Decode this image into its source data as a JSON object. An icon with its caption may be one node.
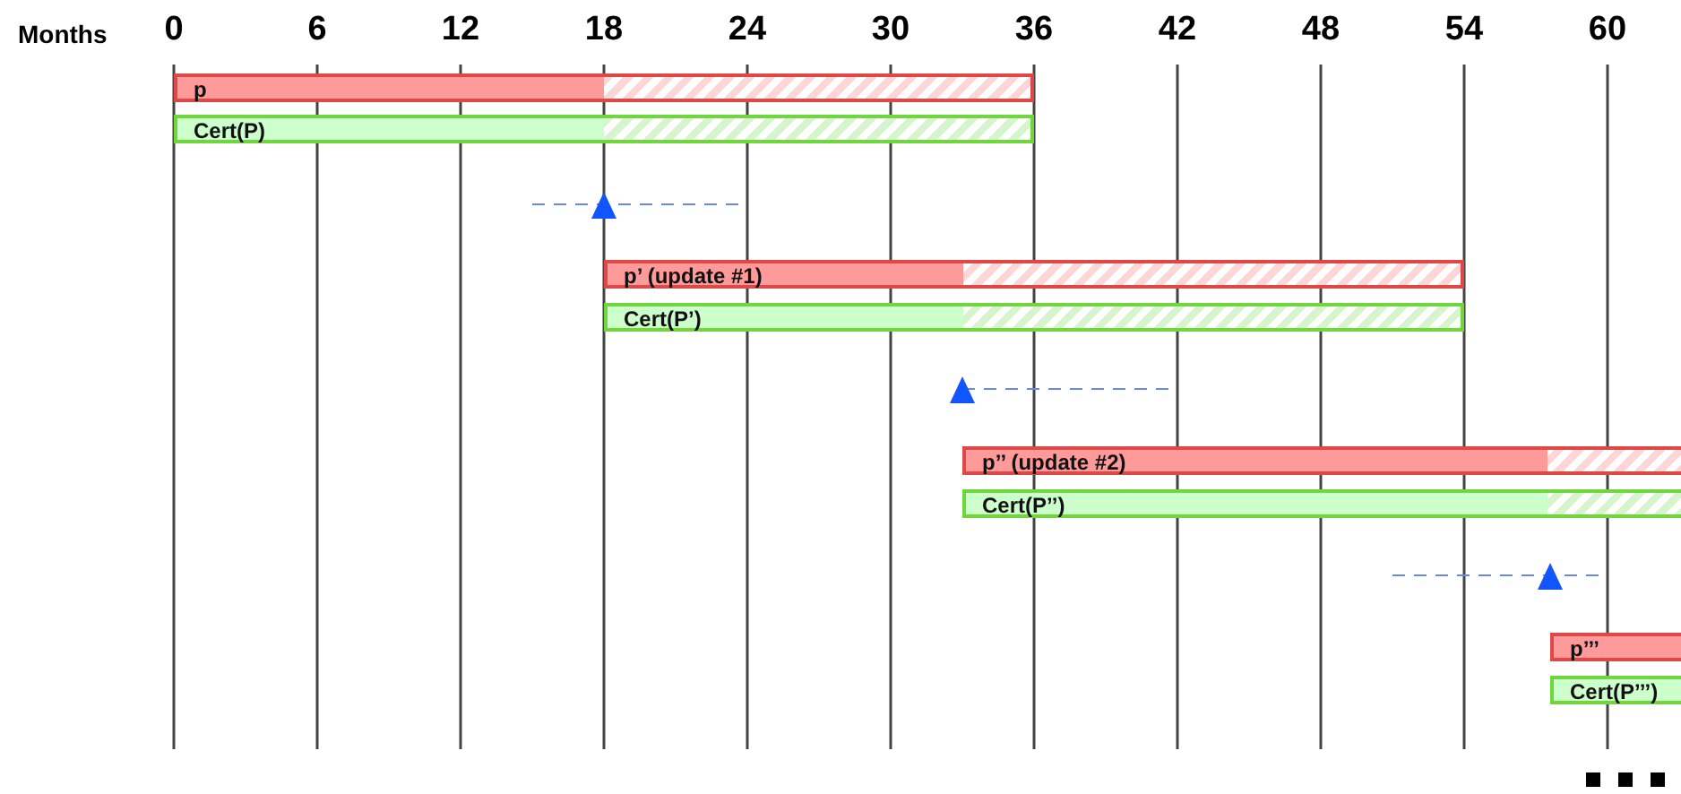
{
  "diagram": {
    "nodes": [
      {
        "text": [
          "p"
        ]
      },
      {
        "text": [
          "Cert(P)"
        ]
      },
      {
        "text": [
          "p’ (update #1)"
        ]
      },
      {
        "text": [
          "Cert(P’)"
        ]
      },
      {
        "text": [
          "p’’ (update #2)"
        ]
      },
      {
        "text": [
          "Cert(P’’)"
        ]
      },
      {
        "text": [
          "p’’’"
        ]
      },
      {
        "text": [
          "Cert(P’’’)"
        ]
      }
    ],
    "edges": [],
    "labels": [
      "Months",
      "0",
      "6",
      "12",
      "18",
      "24",
      "30",
      "36",
      "42",
      "48",
      "54",
      "60"
    ]
  }
}
